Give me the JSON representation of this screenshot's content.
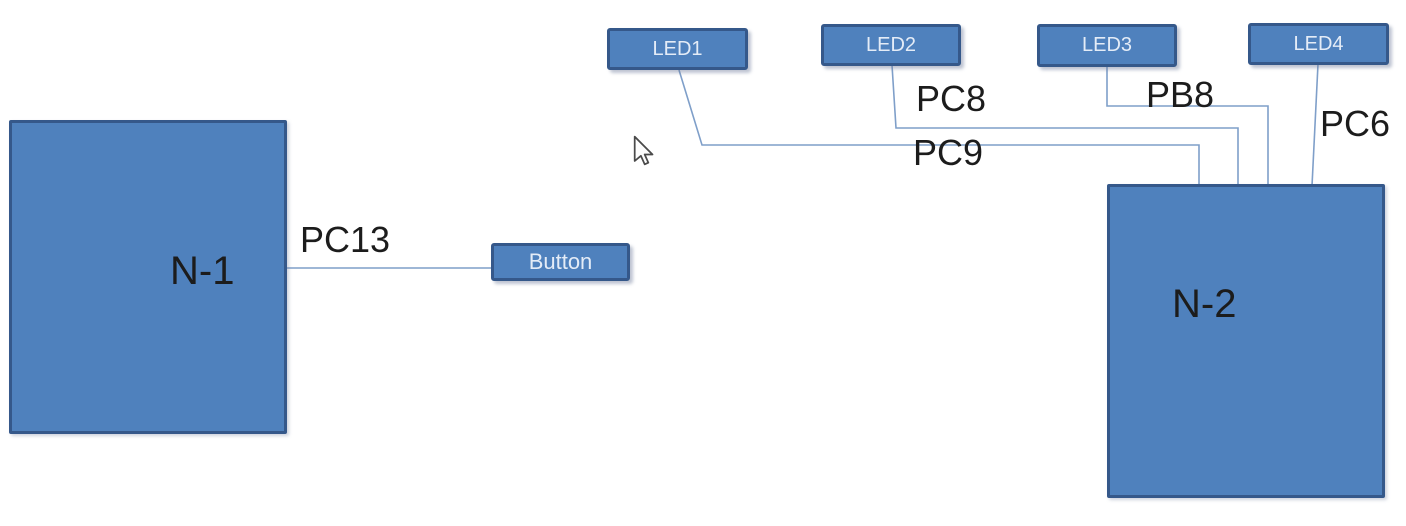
{
  "diagram": {
    "nodes": [
      {
        "label": "N-1"
      },
      {
        "label": "N-2"
      }
    ],
    "leds": [
      {
        "label": "LED1"
      },
      {
        "label": "LED2"
      },
      {
        "label": "LED3"
      },
      {
        "label": "LED4"
      }
    ],
    "button": {
      "label": "Button"
    },
    "connections": [
      {
        "from": "N-1",
        "to": "Button",
        "pin": "PC13"
      },
      {
        "from": "LED1",
        "to": "N-2",
        "pin": "PC9"
      },
      {
        "from": "LED2",
        "to": "N-2",
        "pin": "PC8"
      },
      {
        "from": "LED3",
        "to": "N-2",
        "pin": "PB8"
      },
      {
        "from": "LED4",
        "to": "N-2",
        "pin": "PC6"
      }
    ],
    "cursor": {
      "icon": "arrow-cursor-icon"
    }
  },
  "colors": {
    "canvas_bg": "#ffffff",
    "shape_fill": "#4f81bd",
    "shape_border": "#35588a",
    "shape_text": "#e4ecf7",
    "connector": "#7f9fc9",
    "label_text": "#1c1c1c"
  }
}
